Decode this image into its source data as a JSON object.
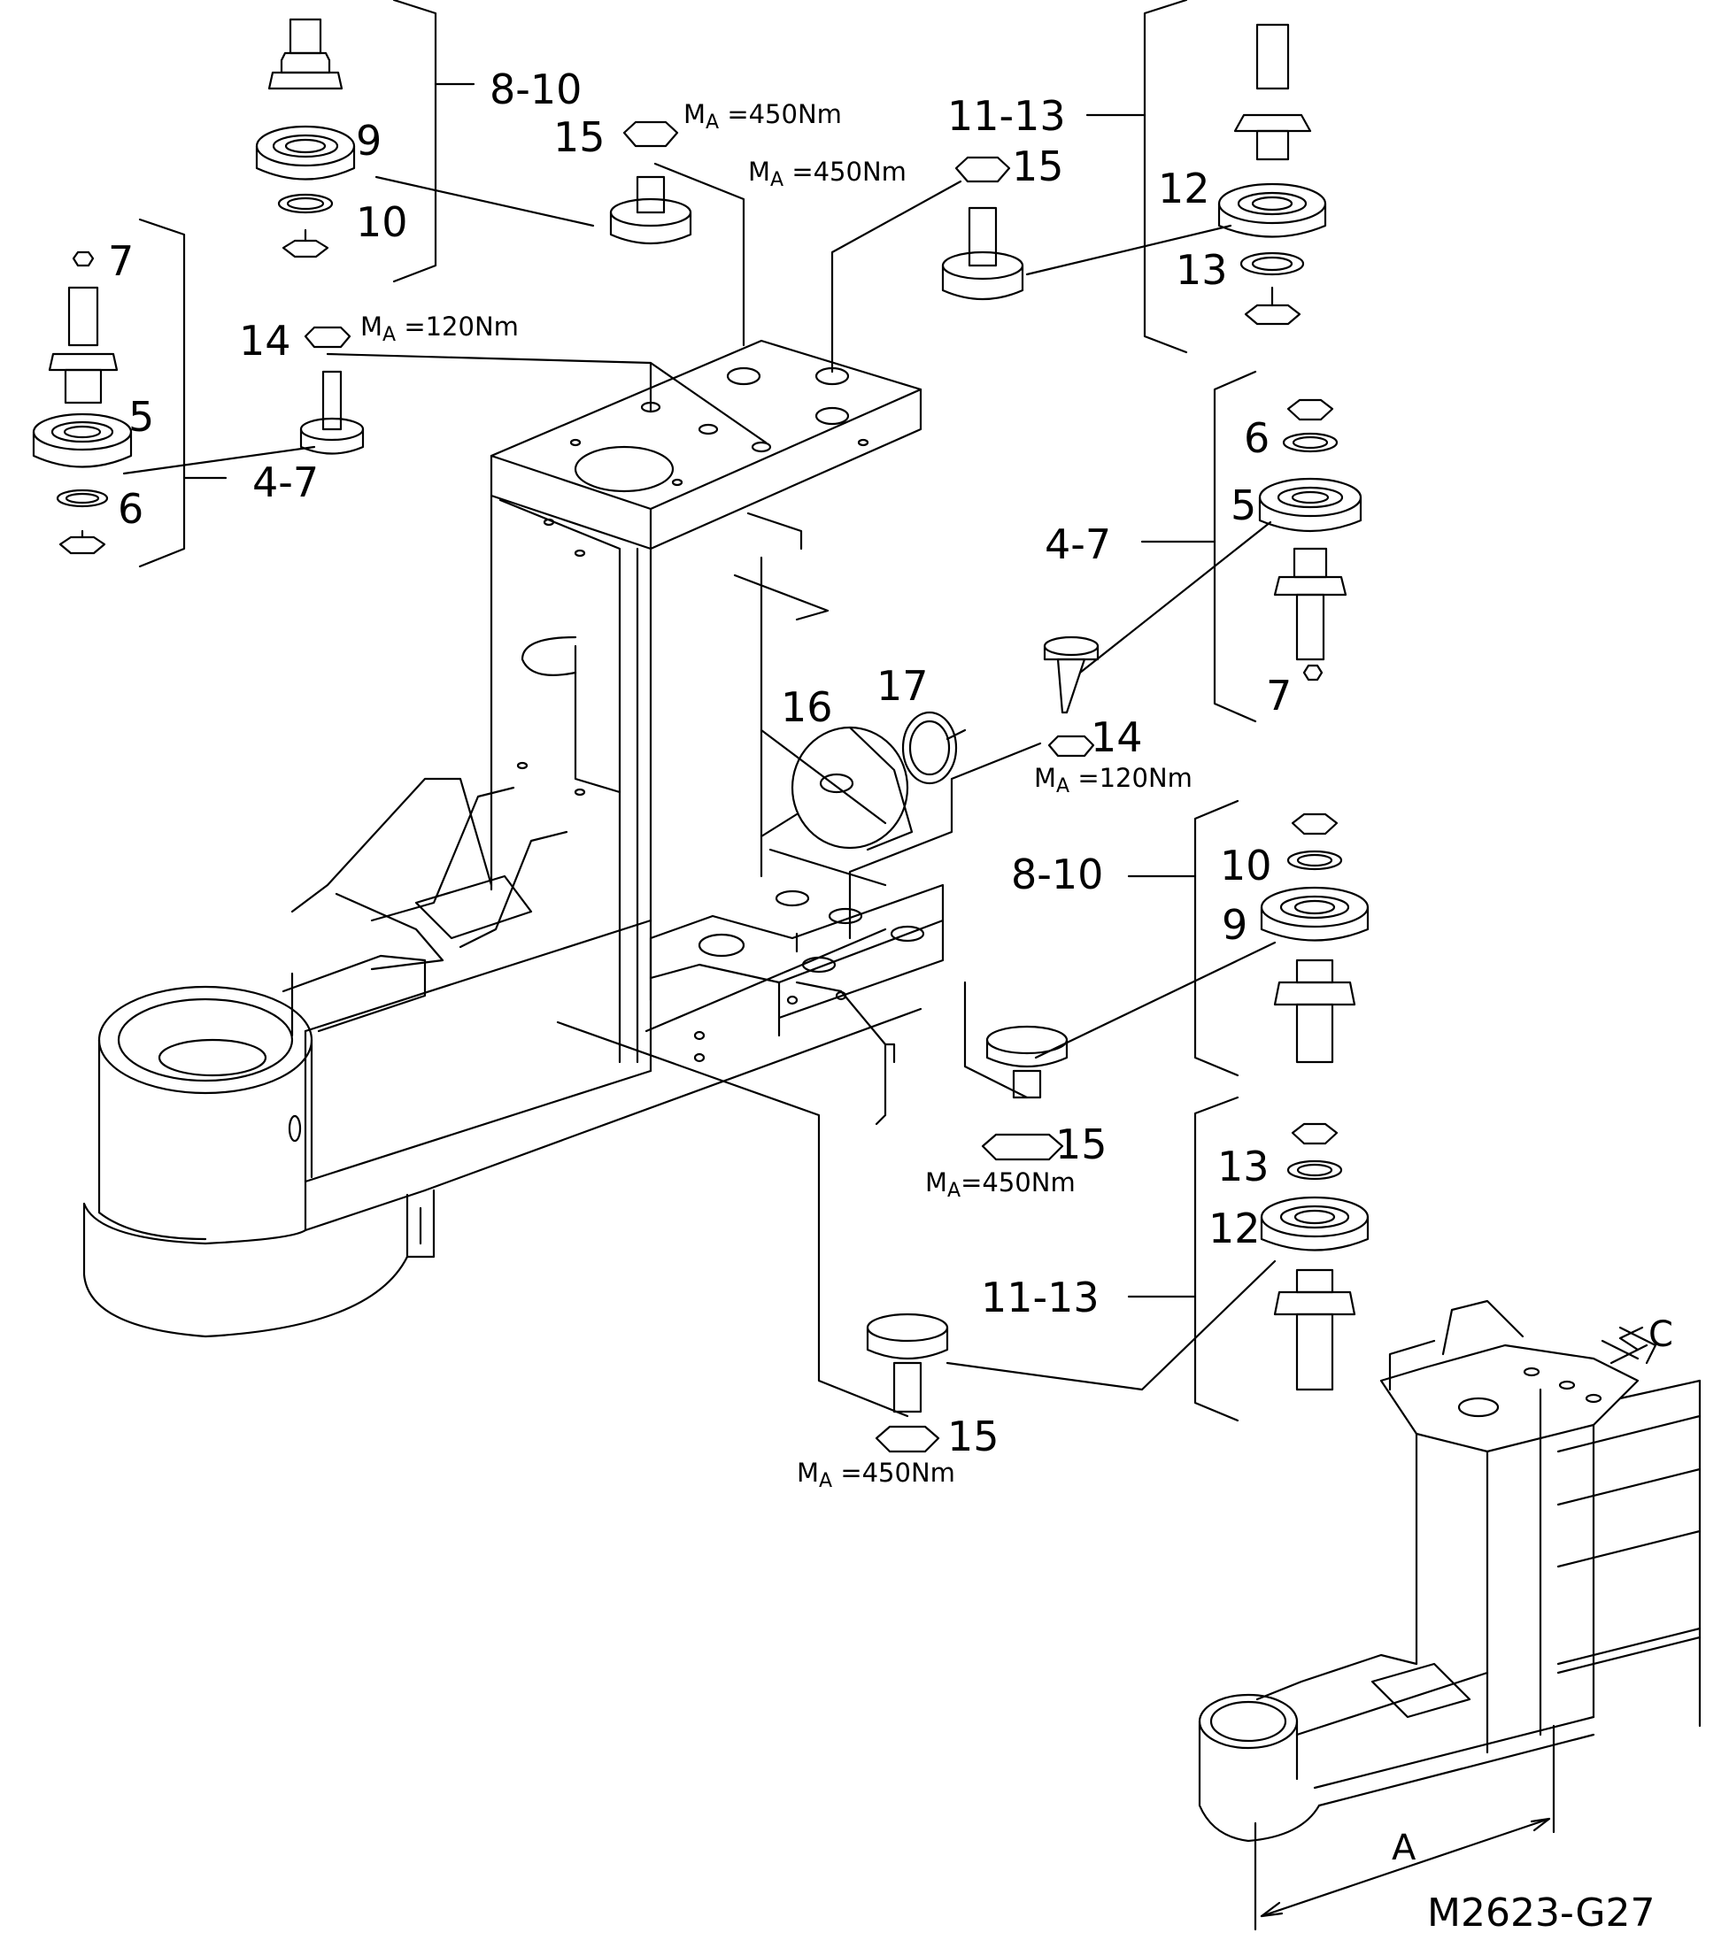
{
  "drawing_code": "M2623-G27",
  "torques": {
    "m450": "=450Nm",
    "m120": "=120Nm",
    "m450_compact": "=450Nm",
    "symbol": "M",
    "subscript": "A"
  },
  "labels": {
    "g_8_10": "8-10",
    "g_11_13": "11-13",
    "g_4_7": "4-7",
    "p5": "5",
    "p6": "6",
    "p7": "7",
    "p9": "9",
    "p10": "10",
    "p12": "12",
    "p13": "13",
    "p14": "14",
    "p15": "15",
    "p16": "16",
    "p17": "17",
    "dim_a": "A",
    "dim_c": "C"
  }
}
